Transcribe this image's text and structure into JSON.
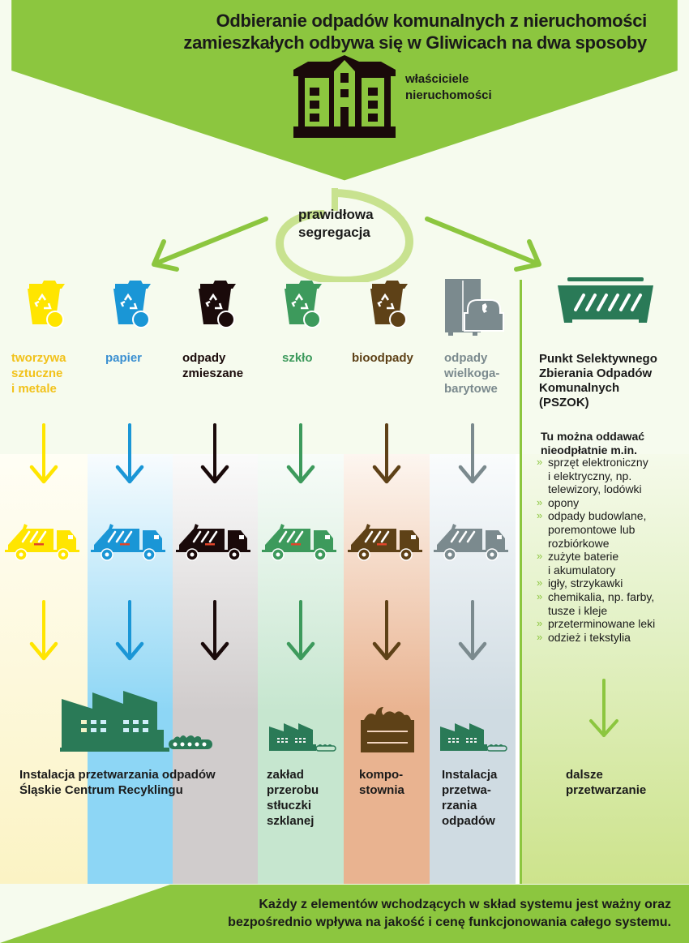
{
  "header": {
    "title_line1": "Odbieranie odpadów komunalnych z nieruchomości",
    "title_line2": "zamieszkałych odbywa się w Gliwicach na dwa sposoby",
    "owners_line1": "właściciele",
    "owners_line2": "nieruchomości",
    "owners_icon": "apartment-building-icon"
  },
  "segregation": {
    "line1": "prawidłowa",
    "line2": "segregacja",
    "icon": "cycle-arrow-icon"
  },
  "colors": {
    "brand_green": "#8cc63f",
    "dark_green": "#2a7a57",
    "text_dark": "#1a1a1a"
  },
  "categories": [
    {
      "id": "plastic",
      "label_lines": [
        "tworzywa",
        "sztuczne",
        "i metale"
      ],
      "color": "#ffe500",
      "label_color": "#f2c21b",
      "icon": "yellow-bin-icon",
      "bg": "#fdf8d8"
    },
    {
      "id": "paper",
      "label_lines": [
        "papier"
      ],
      "color": "#1a96d6",
      "label_color": "#3a8fd1",
      "icon": "blue-bin-icon",
      "bg": "#8dd6f5"
    },
    {
      "id": "mixed",
      "label_lines": [
        "odpady",
        "zmieszane"
      ],
      "color": "#1a0a0a",
      "label_color": "#1a0a0a",
      "icon": "black-bin-icon",
      "bg": "#d0cccc"
    },
    {
      "id": "glass",
      "label_lines": [
        "szkło"
      ],
      "color": "#3d9a5c",
      "label_color": "#3d9a5c",
      "icon": "green-bin-icon",
      "bg": "#c6e6cf"
    },
    {
      "id": "bio",
      "label_lines": [
        "bioodpady"
      ],
      "color": "#5e4117",
      "label_color": "#5e4117",
      "icon": "brown-bin-icon",
      "bg": "#e9b390"
    },
    {
      "id": "bulky",
      "label_lines": [
        "odpady",
        "wielkoga-",
        "barytowe"
      ],
      "color": "#7b8a8e",
      "label_color": "#7b8a8e",
      "icon": "furniture-icon",
      "bg": "#cfdbe2"
    }
  ],
  "destinations": {
    "recycling_center_line1": "Instalacja przetwarzania odpadów",
    "recycling_center_line2": "Śląskie Centrum Recyklingu",
    "glass_plant": [
      "zakład",
      "przerobu",
      "stłuczki",
      "szklanej"
    ],
    "compost": [
      "kompo-",
      "stownia"
    ],
    "processing": [
      "Instalacja",
      "przetwa-",
      "rzania",
      "odpadów"
    ],
    "further": [
      "dalsze",
      "przetwarzanie"
    ]
  },
  "pszok": {
    "title_lines": [
      "Punkt Selektywnego",
      "Zbierania Odpadów",
      "Komunalnych",
      "(PSZOK)"
    ],
    "intro_lines": [
      "Tu można oddawać",
      "nieodpłatnie m.in."
    ],
    "bullet_glyph": "»",
    "items": [
      [
        "sprzęt elektroniczny",
        "i elektryczny, np.",
        "telewizory, lodówki"
      ],
      [
        "opony"
      ],
      [
        "odpady budowlane,",
        "poremontowe lub",
        "rozbiórkowe"
      ],
      [
        "zużyte baterie",
        "i akumulatory"
      ],
      [
        "igły, strzykawki"
      ],
      [
        "chemikalia, np. farby,",
        "tusze i kleje"
      ],
      [
        "przeterminowane leki"
      ],
      [
        "odzież i tekstylia"
      ]
    ],
    "icon": "container-icon"
  },
  "footer": {
    "line1": "Każdy z elementów wchodzących w skład systemu jest ważny oraz",
    "line2": "bezpośrednio wpływa na jakość i cenę funkcjonowania całego systemu."
  }
}
